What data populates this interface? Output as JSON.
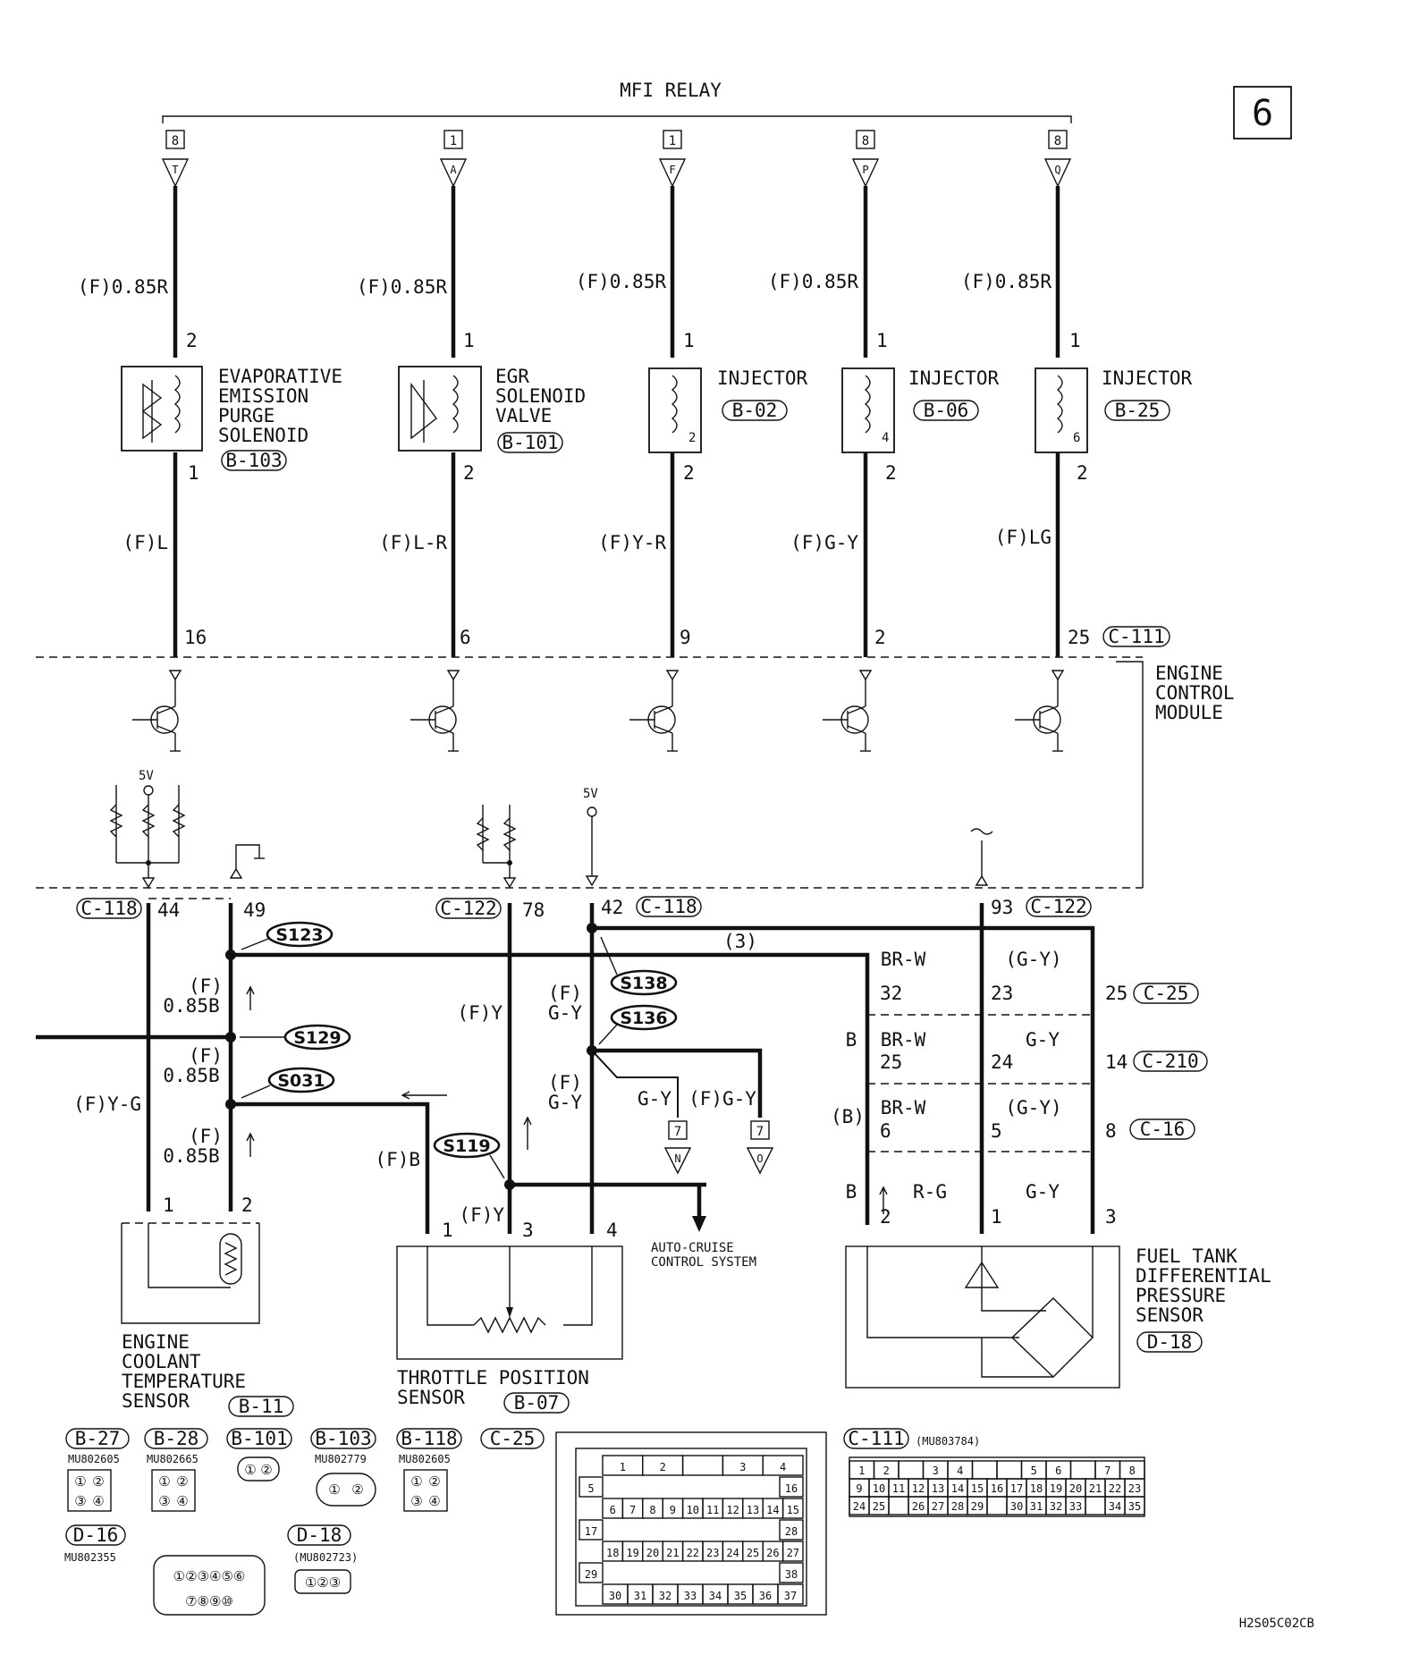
{
  "page_number": "6",
  "relay_title": "MFI RELAY",
  "relay_pins": [
    {
      "num": "8",
      "letter": "T"
    },
    {
      "num": "1",
      "letter": "A"
    },
    {
      "num": "1",
      "letter": "F"
    },
    {
      "num": "8",
      "letter": "P"
    },
    {
      "num": "8",
      "letter": "Q"
    }
  ],
  "top_wires": [
    "(F)0.85R",
    "(F)0.85R",
    "(F)0.85R",
    "(F)0.85R",
    "(F)0.85R"
  ],
  "components": [
    {
      "name_lines": [
        "EVAPORATIVE",
        "EMISSION",
        "PURGE",
        "SOLENOID"
      ],
      "connector": "B-103",
      "pin_top": "2",
      "pin_bottom": "1"
    },
    {
      "name_lines": [
        "EGR",
        "SOLENOID",
        "VALVE"
      ],
      "connector": "B-101",
      "pin_top": "1",
      "pin_bottom": "2"
    },
    {
      "name_lines": [
        "INJECTOR"
      ],
      "connector": "B-02",
      "pin_top": "1",
      "pin_bottom": "2",
      "inner_pin": "2"
    },
    {
      "name_lines": [
        "INJECTOR"
      ],
      "connector": "B-06",
      "pin_top": "1",
      "pin_bottom": "2",
      "inner_pin": "4"
    },
    {
      "name_lines": [
        "INJECTOR"
      ],
      "connector": "B-25",
      "pin_top": "1",
      "pin_bottom": "2",
      "inner_pin": "6"
    }
  ],
  "lower_wires": [
    "(F)L",
    "(F)L-R",
    "(F)Y-R",
    "(F)G-Y",
    "(F)LG"
  ],
  "ecm_top_pins": [
    "16",
    "6",
    "9",
    "2",
    "25"
  ],
  "ecm_top_connector": "C-111",
  "ecm_label": [
    "ENGINE",
    "CONTROL",
    "MODULE"
  ],
  "supply_5v": "5V",
  "bottom_pins": [
    {
      "pin": "44",
      "connector": "C-118"
    },
    {
      "pin": "49",
      "connector": ""
    },
    {
      "pin": "78",
      "connector": "C-122"
    },
    {
      "pin": "42",
      "connector": "C-118"
    },
    {
      "pin": "93",
      "connector": "C-122"
    }
  ],
  "splices": [
    "S123",
    "S129",
    "S031",
    "S138",
    "S136",
    "S119"
  ],
  "wire_labels": {
    "sensor_ground_1": "(F)",
    "sensor_ground_1b": "0.85B",
    "sensor_ground_2": "(F)",
    "sensor_ground_2b": "0.85B",
    "sensor_ground_3": "(F)",
    "sensor_ground_3b": "0.85B",
    "ect_signal": "(F)Y-G",
    "tps_signal": "(F)Y",
    "tps_5v_a": "(F)",
    "tps_5v_b": "G-Y",
    "tps_5v_c": "(F)",
    "tps_5v_d": "G-Y",
    "tps_ground": "(F)B",
    "tps_y2": "(F)Y",
    "branch_gy": "G-Y",
    "branch_fgy": "(F)G-Y",
    "shield_3": "(3)",
    "br_w": "BR-W",
    "g_y_paren": "(G-Y)",
    "g_y": "G-Y",
    "b": "B",
    "b_paren": "(B)",
    "r_g": "R-G"
  },
  "branch_pins": [
    {
      "num": "7",
      "letter": "N"
    },
    {
      "num": "7",
      "letter": "O"
    }
  ],
  "auto_cruise": [
    "AUTO-CRUISE",
    "CONTROL SYSTEM"
  ],
  "ftdps_pins": {
    "row_c25": [
      "32",
      "23",
      "25"
    ],
    "row_c210": [
      "25",
      "24",
      "14"
    ],
    "row_c16": [
      "6",
      "5",
      "8"
    ],
    "row_sensor": [
      "2",
      "1",
      "3"
    ]
  },
  "ftdps_connectors": [
    "C-25",
    "C-210",
    "C-16"
  ],
  "sensors": {
    "ect": {
      "lines": [
        "ENGINE",
        "COOLANT",
        "TEMPERATURE",
        "SENSOR"
      ],
      "connector": "B-11",
      "pins": [
        "1",
        "2"
      ]
    },
    "tps": {
      "lines": [
        "THROTTLE POSITION",
        "SENSOR"
      ],
      "connector": "B-07",
      "pins": [
        "1",
        "3",
        "4"
      ]
    },
    "ftdps": {
      "lines": [
        "FUEL TANK",
        "DIFFERENTIAL",
        "PRESSURE",
        "SENSOR"
      ],
      "connector": "D-18"
    }
  },
  "connector_legend": [
    {
      "id": "B-27",
      "part": "MU802605"
    },
    {
      "id": "B-28",
      "part": "MU802665"
    },
    {
      "id": "B-101",
      "part": ""
    },
    {
      "id": "B-103",
      "part": "MU802779"
    },
    {
      "id": "B-118",
      "part": "MU802605"
    },
    {
      "id": "C-25",
      "part": ""
    },
    {
      "id": "C-111",
      "part": "(MU803784)"
    },
    {
      "id": "D-16",
      "part": "MU802355"
    },
    {
      "id": "D-18",
      "part": "(MU802723)"
    }
  ],
  "c111_rows": [
    [
      "1",
      "2",
      "",
      "3",
      "4",
      "",
      "",
      "5",
      "6",
      "",
      "7",
      "8"
    ],
    [
      "9",
      "10",
      "11",
      "12",
      "13",
      "14",
      "15",
      "16",
      "17",
      "18",
      "19",
      "20",
      "21",
      "22",
      "23"
    ],
    [
      "24",
      "25",
      "",
      "26",
      "27",
      "28",
      "29",
      "",
      "30",
      "31",
      "32",
      "33",
      "",
      "34",
      "35"
    ]
  ],
  "c25_rows": [
    [
      "1",
      "2",
      "",
      "3",
      "4"
    ],
    [
      "5",
      "",
      "",
      "",
      "",
      "16"
    ],
    [
      "6",
      "7",
      "8",
      "9",
      "10",
      "11",
      "12",
      "13",
      "14",
      "15"
    ],
    [
      "17",
      "",
      "",
      "",
      "",
      "28"
    ],
    [
      "18",
      "19",
      "20",
      "21",
      "22",
      "23",
      "24",
      "25",
      "26",
      "27"
    ],
    [
      "29",
      "",
      "",
      "",
      "",
      "38"
    ],
    [
      "30",
      "31",
      "32",
      "33",
      "34",
      "35",
      "36",
      "37"
    ]
  ],
  "diagram_code": "H2S05C02CB",
  "colors": {
    "ink": "#111111",
    "paper": "#ffffff"
  }
}
